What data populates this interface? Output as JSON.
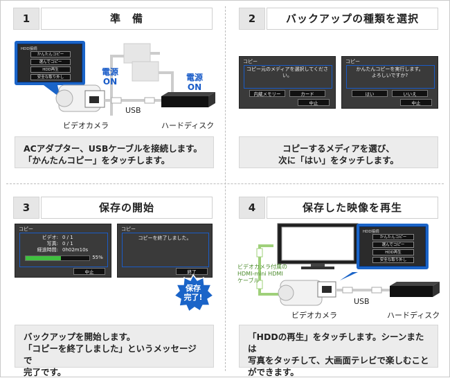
{
  "steps": [
    {
      "num": "1",
      "title": "準　備",
      "caption": [
        "ACアダプター、USBケーブルを接続します。",
        "「かんたんコピー」をタッチします。"
      ],
      "labels": {
        "camera": "ビデオカメラ",
        "hdd": "ハードディスク",
        "usb": "USB",
        "power1": [
          "電源",
          "ON"
        ],
        "power2": [
          "電源",
          "ON"
        ]
      },
      "menu": {
        "header": "HDD接続",
        "items": [
          "かんたんコピー",
          "選んでコピー",
          "HDD再生",
          "安全な取り外し"
        ]
      }
    },
    {
      "num": "2",
      "title": "バックアップの種類を選択",
      "caption": [
        "コピーするメディアを選び、",
        "次に「はい」をタッチします。"
      ],
      "screen1": {
        "title": "コピー",
        "msg": "コピー元のメディアを選択してください。",
        "buttons": [
          "内蔵メモリー",
          "カード"
        ],
        "bottom": "中止"
      },
      "screen2": {
        "title": "コピー",
        "msg": [
          "かんたんコピーを実行します。",
          "よろしいですか?"
        ],
        "buttons": [
          "はい",
          "いいえ"
        ],
        "bottom": "中止"
      }
    },
    {
      "num": "3",
      "title": "保存の開始",
      "caption": [
        "バックアップを開始します。",
        "「コピーを終了しました」というメッセージで",
        "完了です。"
      ],
      "screen1": {
        "title": "コピー",
        "rows": [
          [
            "ビデオ:",
            "0 / 1"
          ],
          [
            "写真:",
            "0 / 1"
          ],
          [
            "経過時間:",
            "0h02m10s"
          ]
        ],
        "progress": 0.55,
        "progress_text": "55%",
        "bottom": "中止"
      },
      "screen2": {
        "title": "コピー",
        "msg": "コピーを終了しました。",
        "bottom": "終了"
      },
      "badge": [
        "保存",
        "完了!"
      ]
    },
    {
      "num": "4",
      "title": "保存した映像を再生",
      "caption": [
        "「HDDの再生」をタッチします。シーンまたは",
        "写真をタッチして、大画面テレビで楽しむこと",
        "ができます。"
      ],
      "labels": {
        "camera": "ビデオカメラ",
        "hdd": "ハードディスク",
        "usb": "USB",
        "hdmi": [
          "ビデオカメラ付属の",
          "HDMI-mini HDMI",
          "ケーブル"
        ]
      },
      "menu": {
        "header": "HDD接続",
        "items": [
          "かんたんコピー",
          "選んでコピー",
          "HDD再生",
          "安全な取り外し"
        ]
      }
    }
  ],
  "colors": {
    "accent": "#1a64c8",
    "cable_green": "#9fd07a",
    "caption_bg": "#ececec"
  }
}
